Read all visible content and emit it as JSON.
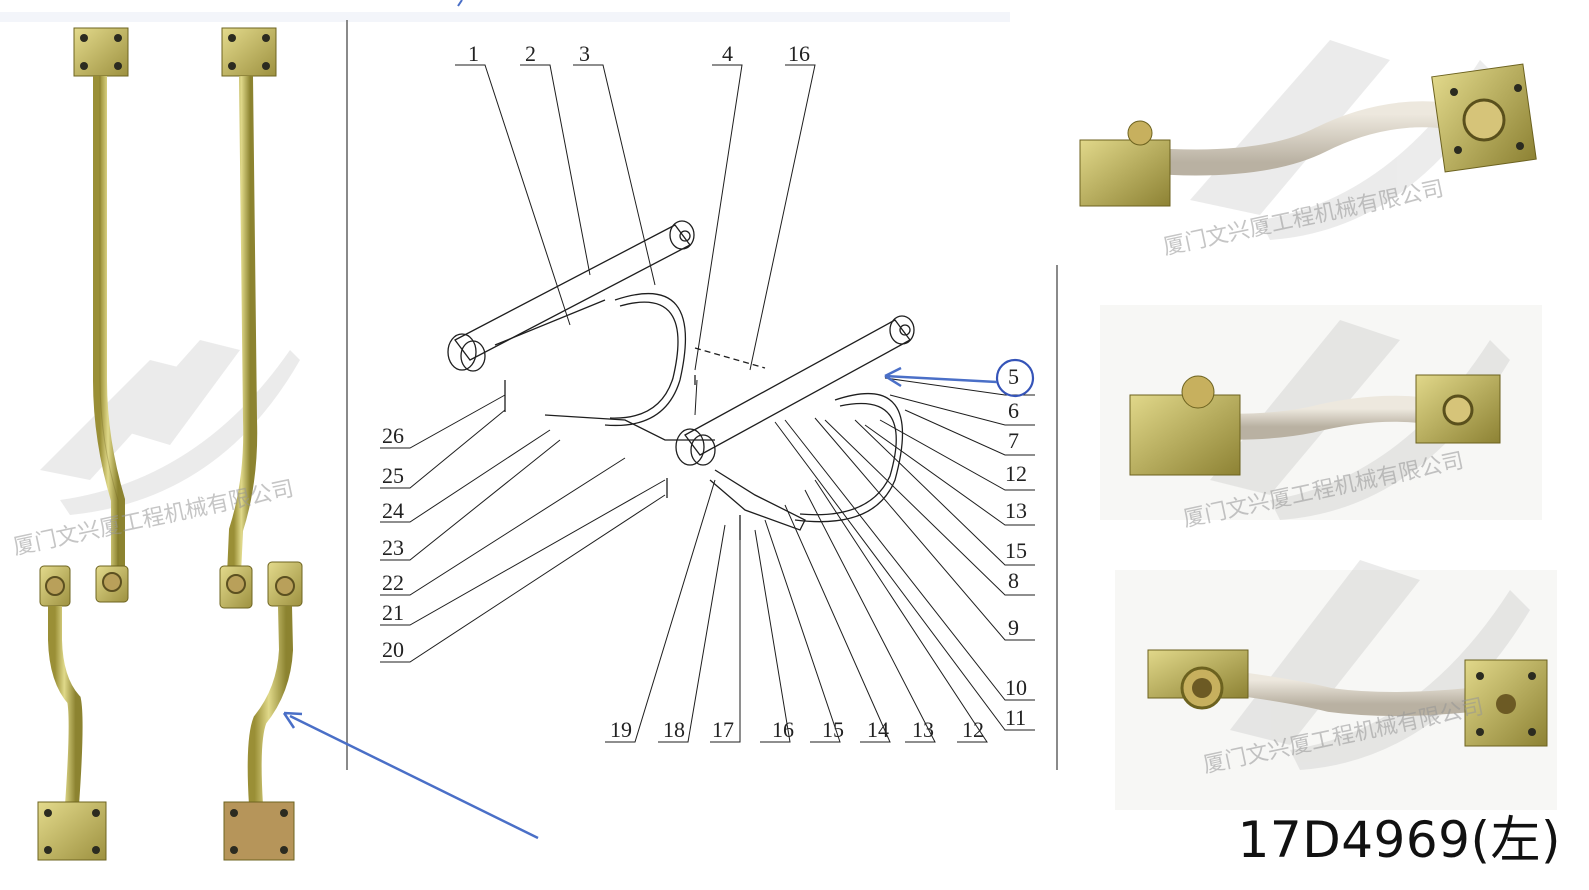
{
  "diagram": {
    "callouts_top": [
      "1",
      "2",
      "3",
      "4",
      "16"
    ],
    "callouts_right": [
      "5",
      "6",
      "7",
      "12",
      "13",
      "15",
      "8",
      "9",
      "10",
      "11"
    ],
    "callouts_left": [
      "26",
      "25",
      "24",
      "23",
      "22",
      "21",
      "20"
    ],
    "callouts_bottom": [
      "19",
      "18",
      "17",
      "16",
      "15",
      "14",
      "13",
      "12"
    ],
    "highlighted_callout": "5"
  },
  "watermark": {
    "company": "厦门文兴厦工程机械有限公司"
  },
  "part_number": "17D4969(左)",
  "colors": {
    "line": "#1e1e1e",
    "arrow": "#4a6fc7",
    "pipe_metal": "#c9c06a",
    "pipe_silver": "#d8d2c4"
  }
}
